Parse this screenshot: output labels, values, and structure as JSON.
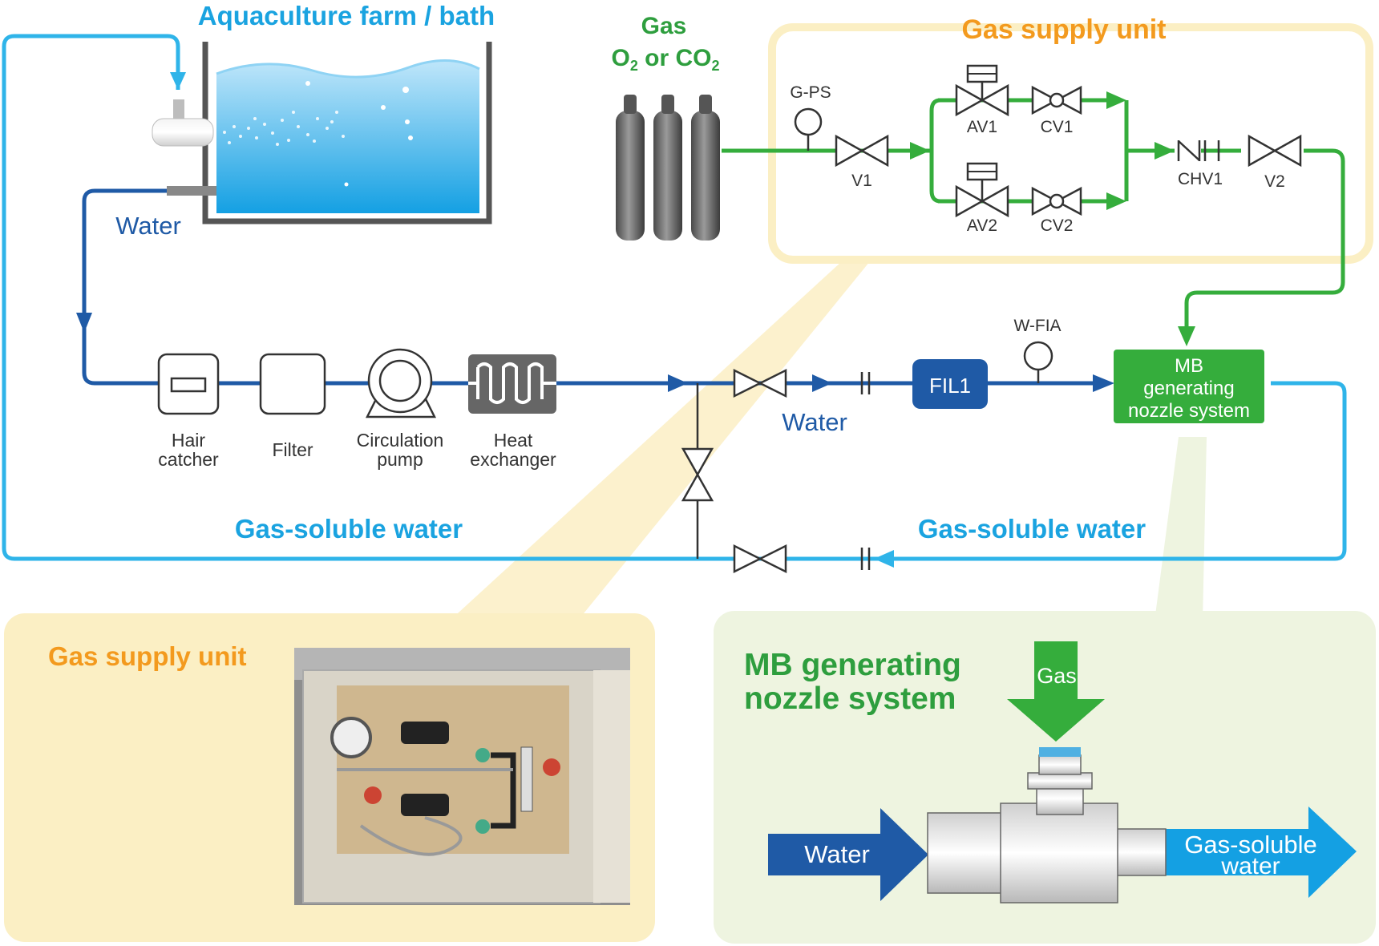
{
  "title": "Aquaculture farm / bath",
  "gas_label": "Gas",
  "gas_types": {
    "o": "O",
    "sub": "2",
    "mid": " or CO",
    "sub2": "2"
  },
  "gas_supply_unit_title": "Gas supply unit",
  "water_label_top": "Water",
  "water_label_mid": "Water",
  "gas_soluble_left": "Gas-soluble water",
  "gas_soluble_right": "Gas-soluble water",
  "components": {
    "g_ps": "G-PS",
    "v1": "V1",
    "av1": "AV1",
    "av2": "AV2",
    "cv1": "CV1",
    "cv2": "CV2",
    "chv1": "CHV1",
    "v2": "V2",
    "w_fia": "W-FIA",
    "fil1": "FIL1"
  },
  "equipment": {
    "hair_catcher": [
      "Hair",
      "catcher"
    ],
    "filter": "Filter",
    "circulation_pump": [
      "Circulation",
      "pump"
    ],
    "heat_exchanger": [
      "Heat",
      "exchanger"
    ]
  },
  "mb_box": [
    "MB",
    "generating",
    "nozzle system"
  ],
  "inset_gas_title": "Gas supply unit",
  "inset_mb_title": [
    "MB generating",
    "nozzle system"
  ],
  "inset_mb": {
    "gas": "Gas",
    "water": "Water",
    "out": [
      "Gas-soluble",
      "water"
    ]
  },
  "colors": {
    "water_dark": "#1f5aa6",
    "water_light": "#2fb4e9",
    "gas_green": "#35ad3c",
    "orange": "#f39a1e",
    "yellow_panel": "#fbefc4",
    "green_panel": "#eef4e0"
  }
}
